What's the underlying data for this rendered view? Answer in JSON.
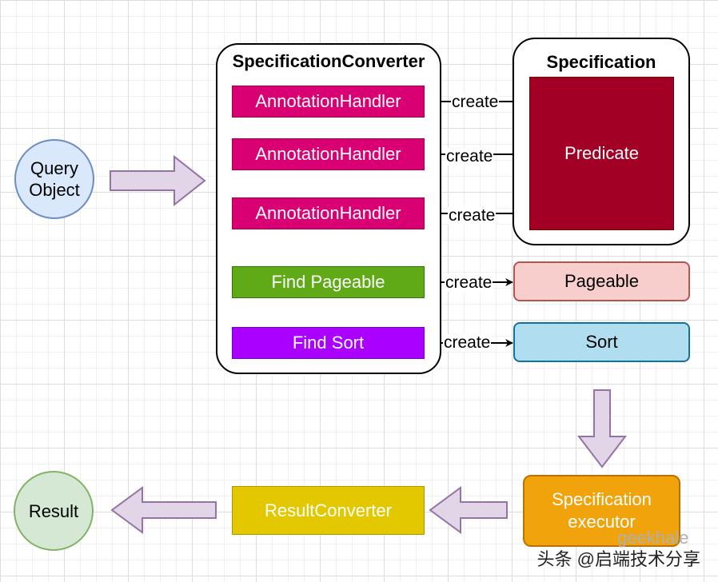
{
  "query": "Query Object",
  "converter": {
    "title": "SpecificationConverter",
    "handlers": [
      "AnnotationHandler",
      "AnnotationHandler",
      "AnnotationHandler"
    ],
    "find_pageable": "Find Pageable",
    "find_sort": "Find Sort"
  },
  "specification": {
    "title": "Specification",
    "predicate": "Predicate"
  },
  "edge_labels": [
    "create",
    "create",
    "create",
    "create",
    "create"
  ],
  "pageable": "Pageable",
  "sort": "Sort",
  "executor": "Specification executor",
  "result_converter": "ResultConverter",
  "result": "Result",
  "watermark": "头条 @启端技术分享",
  "watermark_faint": "geekhale",
  "colors": {
    "query_fill": "#dae8fc",
    "query_stroke": "#6c8ebf",
    "handler": "#d80073",
    "predicate": "#a20025",
    "pageable_btn": "#60a917",
    "sort_btn": "#aa00ff",
    "pageable_box": "#f8cecc",
    "sort_box": "#b1ddf0",
    "executor": "#f0a30a",
    "result_converter": "#e3c800",
    "result_fill": "#d5e8d4",
    "arrow_fill": "#e1d5e7",
    "arrow_stroke": "#9673a6"
  }
}
